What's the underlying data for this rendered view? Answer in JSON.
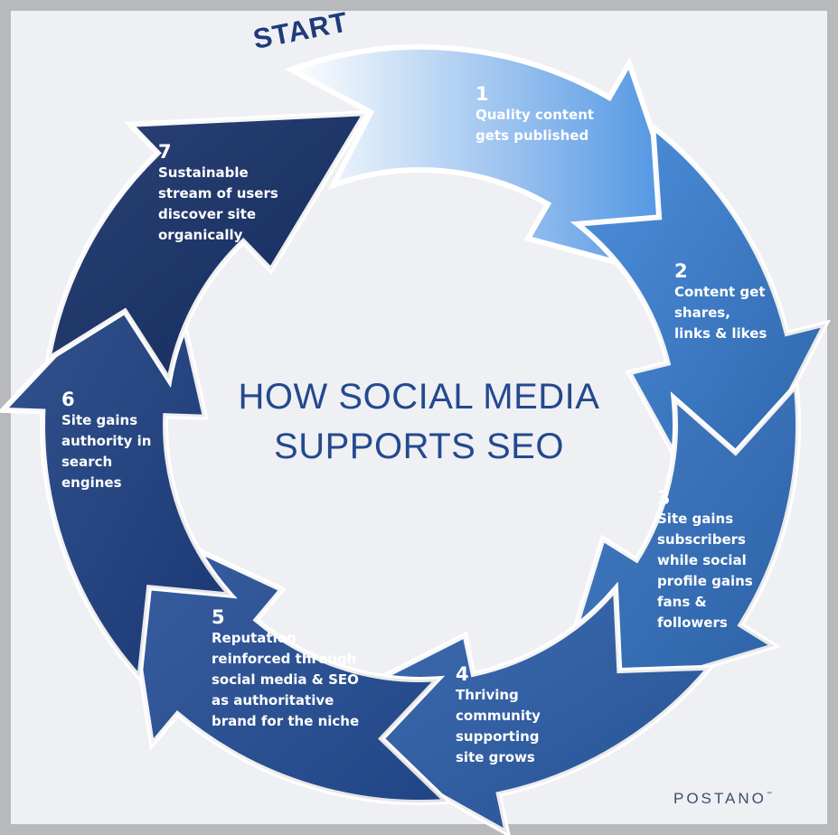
{
  "title": {
    "line1": "HOW SOCIAL MEDIA",
    "line2": "SUPPORTS SEO"
  },
  "start_label": "START",
  "brand": {
    "name": "POSTANO",
    "mark": "™"
  },
  "colors": {
    "title": "#23498f",
    "start_text": "#1f3b7c",
    "step1_start": "#ffffff",
    "step1_end": "#3f8be0",
    "step2": "#3a84d8",
    "step3": "#2f6dbc",
    "step4": "#2a5ca8",
    "step5": "#244e97",
    "step6": "#1c3f82",
    "step7": "#132d66"
  },
  "steps": [
    {
      "number": "1",
      "lines": [
        "Quality content",
        "gets published"
      ]
    },
    {
      "number": "2",
      "lines": [
        "Content get",
        "shares,",
        "links & likes"
      ]
    },
    {
      "number": "3",
      "lines": [
        "Site gains",
        "subscribers",
        "while social",
        "profile gains",
        "fans &",
        "followers"
      ]
    },
    {
      "number": "4",
      "lines": [
        "Thriving",
        "community",
        "supporting",
        "site grows"
      ]
    },
    {
      "number": "5",
      "lines": [
        "Reputation",
        "reinforced through",
        "social media & SEO",
        "as authoritative",
        "brand for the niche"
      ]
    },
    {
      "number": "6",
      "lines": [
        "Site gains",
        "authority in",
        "search",
        "engines"
      ]
    },
    {
      "number": "7",
      "lines": [
        "Sustainable",
        "stream of users",
        "discover site",
        "organically"
      ]
    }
  ]
}
